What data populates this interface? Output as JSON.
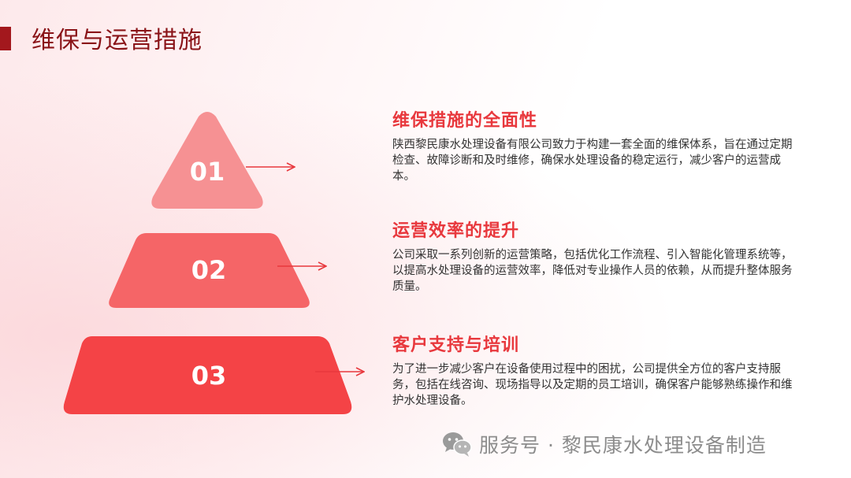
{
  "title": "维保与运营措施",
  "colors": {
    "accent_dark": "#a3181d",
    "heading_red": "#e8383d",
    "tier1": "#f69193",
    "tier2": "#f56567",
    "tier3": "#f44346"
  },
  "items": [
    {
      "number": "01",
      "heading": "维保措施的全面性",
      "body": "陕西黎民康水处理设备有限公司致力于构建一套全面的维保体系，旨在通过定期检查、故障诊断和及时维修，确保水处理设备的稳定运行，减少客户的运营成本。"
    },
    {
      "number": "02",
      "heading": "运营效率的提升",
      "body": "公司采取一系列创新的运营策略，包括优化工作流程、引入智能化管理系统等，以提高水处理设备的运营效率，降低对专业操作人员的依赖，从而提升整体服务质量。"
    },
    {
      "number": "03",
      "heading": "客户支持与培训",
      "body": "为了进一步减少客户在设备使用过程中的困扰，公司提供全方位的客户支持服务，包括在线咨询、现场指导以及定期的员工培训，确保客户能够熟练操作和维护水处理设备。"
    }
  ],
  "watermark": {
    "icon": "wechat-icon",
    "text": "服务号 · 黎民康水处理设备制造"
  }
}
